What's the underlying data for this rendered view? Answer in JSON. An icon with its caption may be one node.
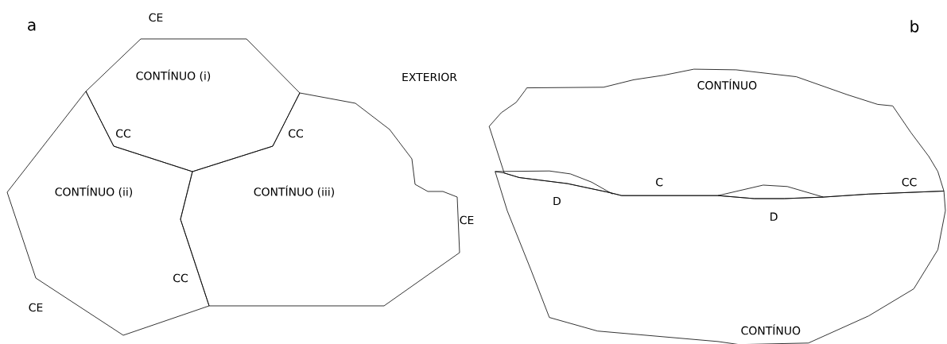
{
  "diagram": {
    "nodes": [
      {
        "text": [
          "CONTÍNUO (i)"
        ]
      },
      {
        "text": [
          "CONTÍNUO (ii)"
        ]
      },
      {
        "text": [
          "CONTÍNUO (iii)"
        ]
      },
      {
        "text": [
          "CONTÍNUO"
        ]
      },
      {
        "text": [
          "CONTÍNUO"
        ]
      }
    ],
    "labels": [
      "a",
      "CE",
      "EXTERIOR",
      "b",
      "CC",
      "CC",
      "C",
      "CC",
      "D",
      "CE",
      "D",
      "CC",
      "CE"
    ]
  }
}
